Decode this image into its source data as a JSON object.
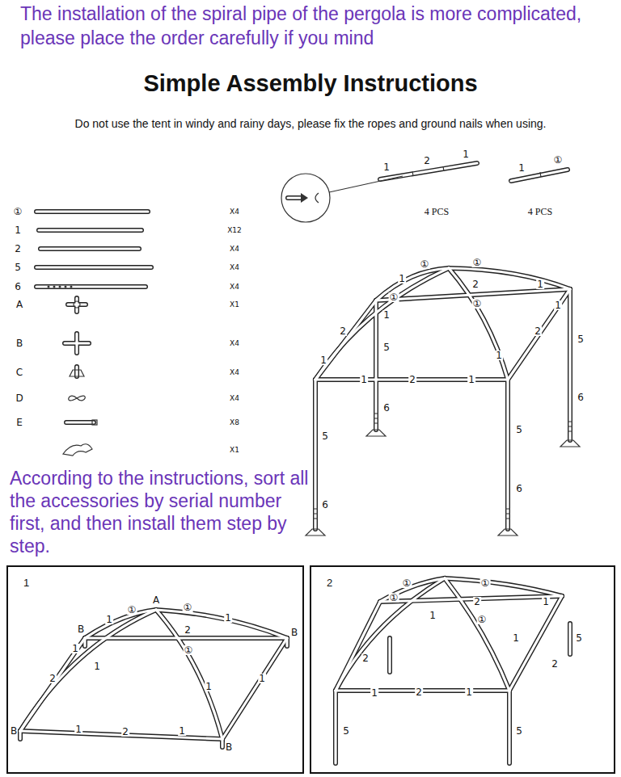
{
  "diagram": {
    "title": "Simple Assembly Instructions",
    "nodes": [
      {
        "text": [
          "1"
        ]
      },
      {
        "text": [
          "2"
        ]
      }
    ],
    "labels": [
      "The installation of the spiral pipe of the pergola is more complicated, please place the order carefully if you mind",
      "Do not use the tent in windy and rainy days, please fix the ropes and ground nails when using.",
      "①",
      "1",
      "2",
      "5",
      "6",
      "A",
      "B",
      "C",
      "D",
      "E",
      "X4",
      "X12",
      "X4",
      "X4",
      "X4",
      "X1",
      "X4",
      "X4",
      "X4",
      "X8",
      "X1",
      "1",
      "2",
      "1",
      "4 PCS",
      "1",
      "①",
      "4 PCS",
      "①",
      "①",
      "①",
      "①",
      "1",
      "2",
      "1",
      "1",
      "2",
      "1",
      "2",
      "1",
      "1",
      "1",
      "2",
      "1",
      "5",
      "6",
      "5",
      "6",
      "5",
      "6",
      "5",
      "6",
      "According to the instructions, sort all the accessories by serial number first, and then install them step by step.",
      "A",
      "①",
      "①",
      "B",
      "1",
      "1",
      "2",
      "B",
      "①",
      "1",
      "2",
      "1",
      "1",
      "1",
      "B",
      "1",
      "2",
      "1",
      "B",
      "①",
      "①",
      "①",
      "①",
      "2",
      "1",
      "1",
      "2",
      "2",
      "1",
      "5",
      "1",
      "2",
      "1",
      "5",
      "5"
    ]
  }
}
